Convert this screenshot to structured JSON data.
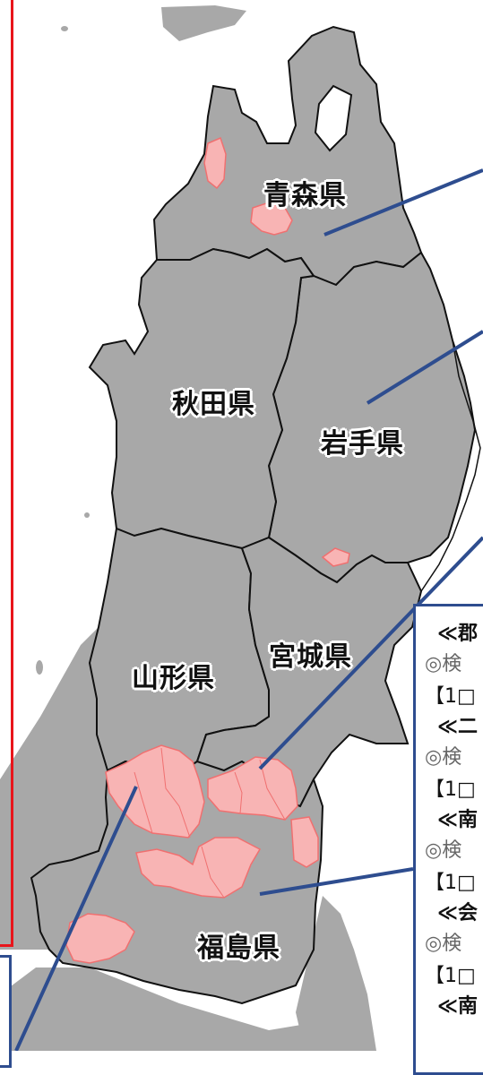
{
  "prefectures": {
    "aomori": "青森県",
    "akita": "秋田県",
    "iwate": "岩手県",
    "yamagata": "山形県",
    "miyagi": "宮城県",
    "fukushima": "福島県"
  },
  "info_box": {
    "lines": [
      "≪郡",
      "◎検",
      "【1□",
      "≪二",
      "◎検",
      "【1□",
      "≪南",
      "◎検",
      "【1□",
      "≪会",
      "◎検",
      "【1□",
      "≪南"
    ]
  },
  "colors": {
    "land": "#a8a8a8",
    "highlight": "#f8b4b4",
    "highlight_border": "#f07070",
    "border": "#111111",
    "leader_line": "#2e4d8f",
    "frame_red": "#e8151b"
  }
}
